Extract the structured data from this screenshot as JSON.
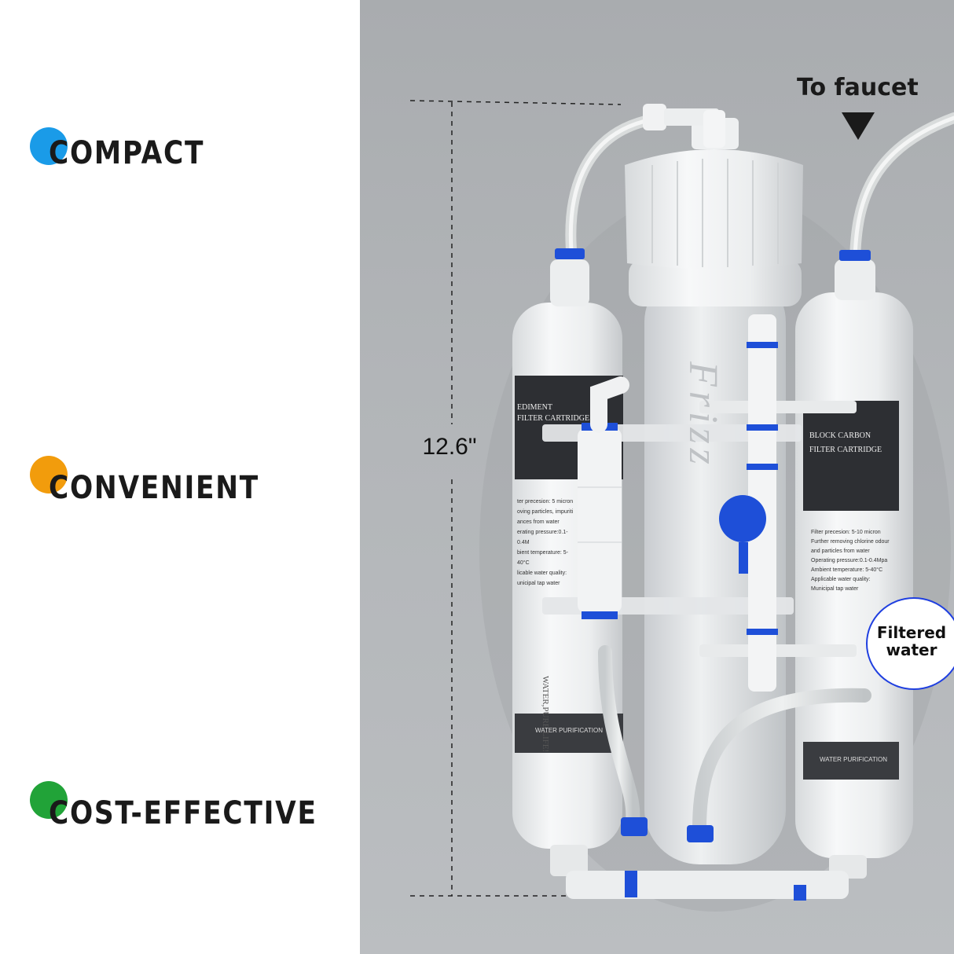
{
  "features": [
    {
      "label": "COMPACT",
      "color": "#1a9be8"
    },
    {
      "label": "CONVENIENT",
      "color": "#f29c0c"
    },
    {
      "label": "COST-EFFECTIVE",
      "color": "#21a338"
    }
  ],
  "product": {
    "height_label": "12.6\"",
    "faucet_label": "To faucet",
    "filtered_line1": "Filtered",
    "filtered_line2": "water",
    "brand": "Frizz",
    "left_cartridge": {
      "title_line1": "EDIMENT",
      "title_line2": "FILTER CARTRIDGE",
      "specs": [
        "ter precesion: 5 micron",
        "oving particles, impuriti",
        "ances from water",
        "erating pressure:0.1-0.4M",
        "bient temperature: 5-40°C",
        "licable water quality:",
        "unicipal tap water"
      ],
      "tagline": "WATER,PURE LIFE!",
      "footer": "WATER PURIFICATION"
    },
    "right_cartridge": {
      "title_line1": "BLOCK CARBON",
      "title_line2": "FILTER CARTRIDGE",
      "specs": [
        "Filter precesion: 5-10 micron",
        "Further removing chlorine odour",
        "and particles from water",
        "Operating pressure:0.1-0.4Mpa",
        "Ambient temperature: 5-40°C",
        "Applicable water quality:",
        "Municipal tap water"
      ],
      "footer": "WATER PURIFICATION"
    }
  },
  "colors": {
    "accent_blue": "#1f3fe0",
    "valve_blue": "#1e4fd8",
    "background_gray": "#b2b5b8"
  }
}
